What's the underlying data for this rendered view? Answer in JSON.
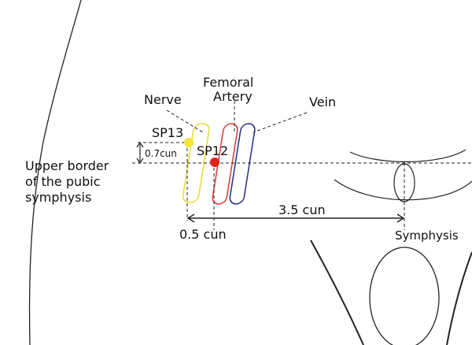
{
  "labels": {
    "nerve": "Nerve",
    "femoral": "Femoral",
    "artery": "Artery",
    "vein": "Vein",
    "sp13": "SP13",
    "sp12": "SP12",
    "dist_07": "0.7cun",
    "upper_border_1": "Upper border",
    "upper_border_2": "of the pubic",
    "upper_border_3": "symphysis",
    "dist_35": "3.5 cun",
    "dist_05": "0.5 cun",
    "symphysis": "Symphysis"
  },
  "colors": {
    "nerve": "#e8dc3a",
    "artery": "#e0403a",
    "vein": "#2a3590",
    "sp13": "#f2e53a",
    "sp12": "#e0201a"
  }
}
